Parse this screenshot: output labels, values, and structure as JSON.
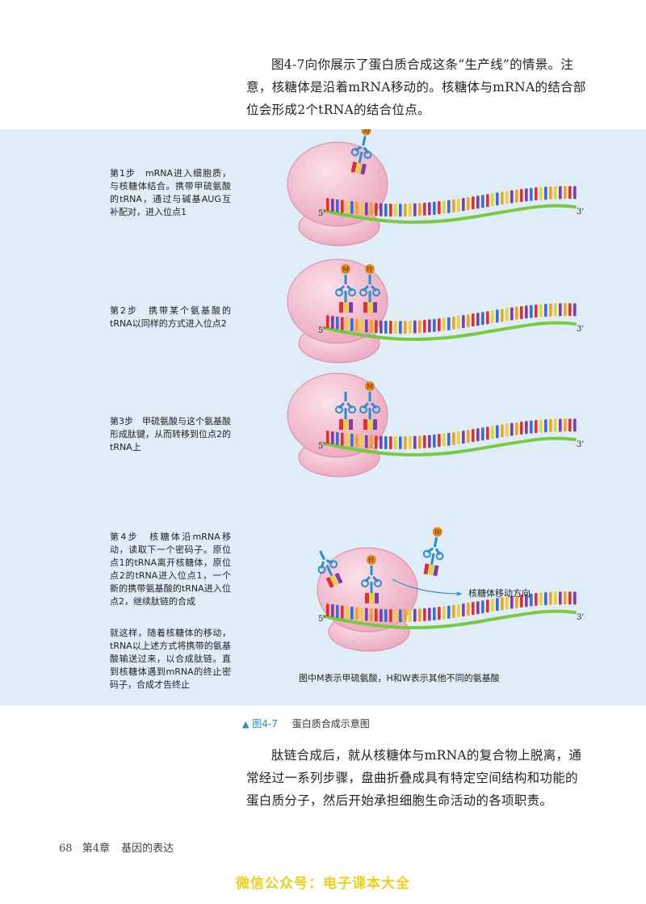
{
  "intro_paragraph": "图4-7向你展示了蛋白质合成这条“生产线”的情景。注意，核糖体是沿着mRNA移动的。核糖体与mRNA的结合部位会形成2个tRNA的结合位点。",
  "figure": {
    "steps": [
      {
        "text": "第1步　mRNA进入细胞质，与核糖体结合。携带甲硫氨酸的tRNA，通过与碱基AUG互补配对，进入位点1"
      },
      {
        "text": "第2步　携带某个氨基酸的tRNA以同样的方式进入位点2"
      },
      {
        "text": "第3步　甲硫氨酸与这个氨基酸形成肽键，从而转移到位点2的tRNA上"
      },
      {
        "text": "第4步　核糖体沿mRNA移动，读取下一个密码子。原位点1的tRNA离开核糖体，原位点2的tRNA进入位点1，一个新的携带氨基酸的tRNA进入位点2，继续肽链的合成"
      }
    ],
    "conclusion": "就这样，随着核糖体的移动，tRNA以上述方式将携带的氨基酸输送过来，以合成肽链。直到核糖体遇到mRNA的终止密码子，合成才告终止",
    "end_5": "5'",
    "end_3": "3'",
    "amino_M": "M",
    "amino_H": "H",
    "amino_W": "W",
    "direction_label": "核糖体移动方向",
    "note": "图中M表示甲硫氨酸，H和W表示其他不同的氨基酸"
  },
  "caption": {
    "label": "图4-7",
    "title": "蛋白质合成示意图"
  },
  "outro_paragraph": "肽链合成后，就从核糖体与mRNA的复合物上脱离，通常经过一系列步骤，盘曲折叠成具有特定空间结构和功能的蛋白质分子，然后开始承担细胞生命活动的各项职责。",
  "footer": {
    "page_number": "68",
    "chapter": "第4章",
    "chapter_title": "基因的表达"
  },
  "watermark": "微信公众号：电子课本大全",
  "colors": {
    "panel_bg": "#deedf7",
    "ribosome": "#f2c0d0",
    "mrna_backbone": "#7ac943",
    "accent_blue": "#2b8ccf",
    "base_colors": [
      "#e0312f",
      "#f0a41e",
      "#3b6fcf",
      "#7d3fa6",
      "#e7d23a"
    ]
  }
}
